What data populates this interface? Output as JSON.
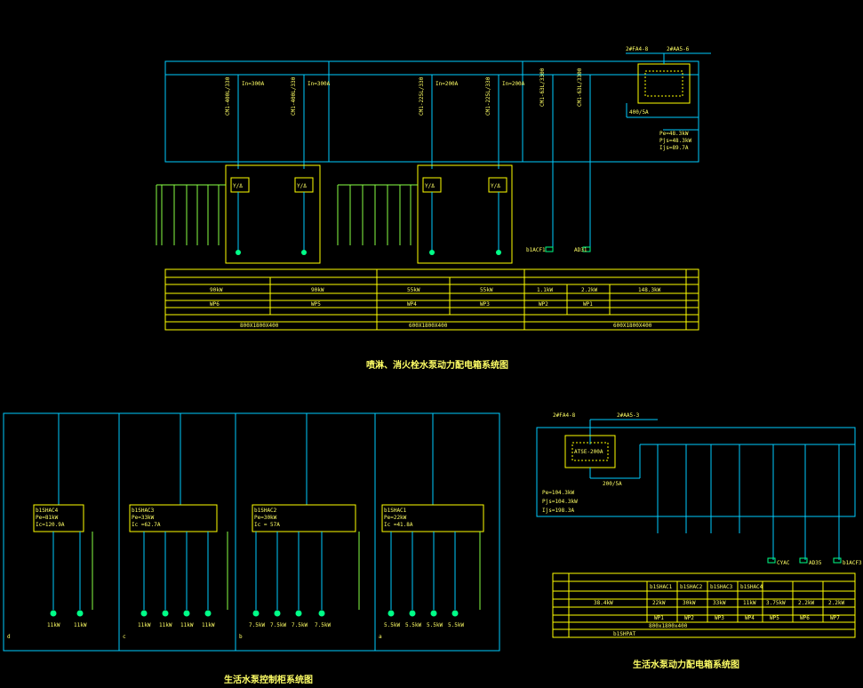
{
  "colors": {
    "background": "#000000",
    "wire": "#00ccff",
    "box": "#ffff00",
    "text": "#ffff66",
    "feeder_text": "#88ff44",
    "node": "#00ff88"
  },
  "top_diagram": {
    "caption": "喷淋、消火栓水泵动力配电箱系统图",
    "bus_labels": [
      "2#FA4-8",
      "2#AA5-6"
    ],
    "breaker_labels": [
      "CM1-400L/330",
      "CM1-400L/330",
      "CM1-225L/330",
      "CM1-225L/330",
      "CM1-63L/3300",
      "CM1-63L/3300"
    ],
    "breaker_ratings": [
      "In=300A",
      "In=300A",
      "In=200A",
      "In=200A"
    ],
    "transformer_ratio": "400/5A",
    "starter_label": "Y/Δ",
    "feeder_tags": [
      "b1ACF1",
      "AD31"
    ],
    "summary_lines": [
      "Pe=48.3kW",
      "Pjs=48.3kW",
      "Ijs=89.7A"
    ],
    "table_powers": [
      "90kW",
      "90kW",
      "55kW",
      "55kW",
      "1.1kW",
      "2.2kW",
      "148.3kW"
    ],
    "table_codes": [
      "WP6",
      "WP5",
      "WP4",
      "WP3",
      "WP2",
      "WP1"
    ],
    "table_sizes": [
      "800X1800X400",
      "600X1800X400",
      "600X1800X400"
    ]
  },
  "bottom_left": {
    "caption": "生活水泵控制柜系统图",
    "panels": [
      {
        "id": "b1SHAC4",
        "pe": "Pe=81kW",
        "ic": "Ic=120.9A",
        "motors": [
          "11kW",
          "11kW"
        ]
      },
      {
        "id": "b1SHAC3",
        "pe": "Pe=33kW",
        "ic": "Ic =62.7A",
        "motors": [
          "11kW",
          "11kW",
          "11kW",
          "11kW"
        ]
      },
      {
        "id": "b1SHAC2",
        "pe": "Pe=30kW",
        "ic": "Ic = 57A",
        "motors": [
          "7.5kW",
          "7.5kW",
          "7.5kW",
          "7.5kW"
        ]
      },
      {
        "id": "b1SHAC1",
        "pe": "Pe=22kW",
        "ic": "Ic =41.8A",
        "motors": [
          "5.5kW",
          "5.5kW",
          "5.5kW",
          "5.5kW"
        ]
      }
    ],
    "section_marks": [
      "d",
      "c",
      "b",
      "a"
    ]
  },
  "bottom_right": {
    "caption": "生活水泵动力配电箱系统图",
    "bus_labels": [
      "2#FA4-8",
      "2#AA5-3"
    ],
    "ats_label": "ATSE-200A",
    "transformer_ratio": "200/5A",
    "summary_lines": [
      "Pe=104.3kW",
      "Pjs=104.3kW",
      "Ijs=198.3A"
    ],
    "feeder_tags": [
      "CYAC",
      "AD35",
      "b1ACF3"
    ],
    "table_header": [
      "b1SHAC1",
      "b1SHAC2",
      "b1SHAC3",
      "b1SHAC4"
    ],
    "table_powers": [
      "38.4kW",
      "22kW",
      "30kW",
      "33kW",
      "11kW",
      "3.75kW",
      "2.2kW",
      "2.2kW"
    ],
    "table_codes": [
      "WP1",
      "WP2",
      "WP3",
      "WP4",
      "WP5",
      "WP6",
      "WP7"
    ],
    "table_size": "800x1800x400",
    "panel_name": "b1SHPAT"
  }
}
